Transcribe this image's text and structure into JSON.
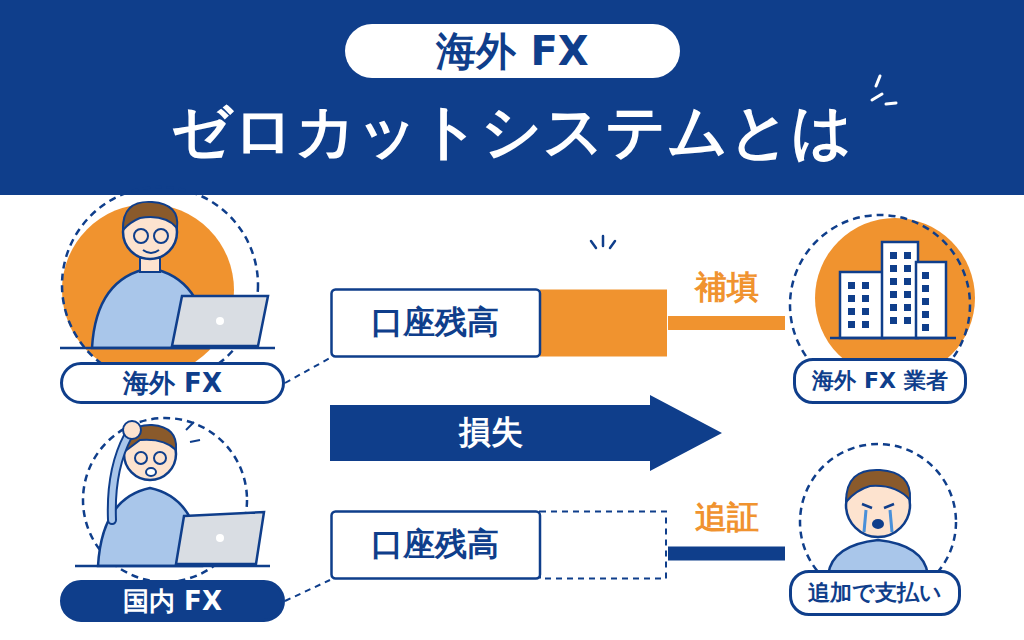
{
  "diagram": {
    "title": "ゼロカットシステムとは",
    "nodes": [
      {
        "text": [
          "海外 FX"
        ]
      },
      {
        "text": [
          "海外 FX"
        ]
      },
      {
        "text": [
          "口座残高"
        ]
      },
      {
        "text": [
          "海外 FX 業者"
        ]
      },
      {
        "text": [
          "損失"
        ]
      },
      {
        "text": [
          "国内 FX"
        ]
      },
      {
        "text": [
          "口座残高"
        ]
      },
      {
        "text": [
          "追加で支払い"
        ]
      }
    ],
    "edges": [
      {
        "from": 1,
        "to": 2,
        "arrow": "none"
      },
      {
        "from": 2,
        "to": 3,
        "label": "補填",
        "arrow": "none"
      },
      {
        "from": 5,
        "to": 6,
        "arrow": "none"
      },
      {
        "from": 6,
        "to": 7,
        "label": "追証",
        "arrow": "none"
      }
    ]
  }
}
